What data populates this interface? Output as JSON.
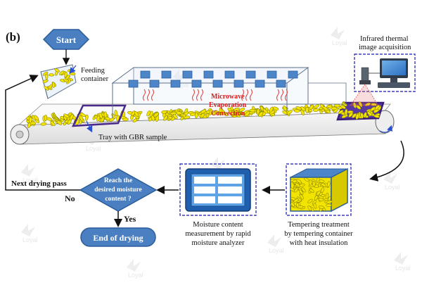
{
  "figure_label": "(b)",
  "colors": {
    "flow_box": "#4a7fc1",
    "flow_box_dark": "#2b5d9b",
    "grain": "#f5e400",
    "grain_outline": "#7a7a00",
    "heater_block": "#4d86c8",
    "wave": "#e04a4a",
    "dashed_frame": "#3d3dbd",
    "belt": "#f4f4f4"
  },
  "flow": {
    "start": "Start",
    "decision_line1": "Reach the",
    "decision_line2": "desired moisture",
    "decision_line3": "content ?",
    "yes": "Yes",
    "no": "No",
    "next_pass": "Next drying pass",
    "end": "End of drying"
  },
  "labels": {
    "feeding_line1": "Feeding",
    "feeding_line2": "container",
    "infrared_line1": "Infrared thermal",
    "infrared_line2": "image acquisition",
    "microwave": "Microwave",
    "evaporation": "Evaporation",
    "convection": "Convection",
    "tray": "Tray with GBR sample",
    "moisture_line1": "Moisture content",
    "moisture_line2": "measurement by rapid",
    "moisture_line3": "moisture analyzer",
    "tempering_line1": "Tempering treatment",
    "tempering_line2": "by tempering container",
    "tempering_line3": "with heat insulation"
  },
  "watermark": "Loyal",
  "icons": [
    "computer-icon",
    "camera-icon",
    "moisture-analyzer-icon",
    "tempering-container-icon",
    "heater-block-icon",
    "microwave-wave-icon",
    "watermark-logo-icon"
  ]
}
